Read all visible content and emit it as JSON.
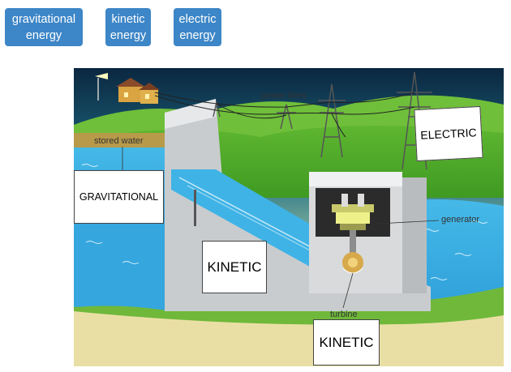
{
  "answer_chips": [
    {
      "label": "gravitational\nenergy"
    },
    {
      "label": "kinetic\nenergy"
    },
    {
      "label": "electric\nenergy"
    }
  ],
  "diagram": {
    "labels": {
      "power_lines": "power lines",
      "stored_water": "stored water",
      "generator": "generator",
      "turbine": "turbine"
    },
    "drop_boxes": {
      "gravitational": "GRAVITATIONAL",
      "kinetic_top": "KINETIC",
      "kinetic_bottom": "KINETIC",
      "electric": "ELECTRIC"
    }
  }
}
